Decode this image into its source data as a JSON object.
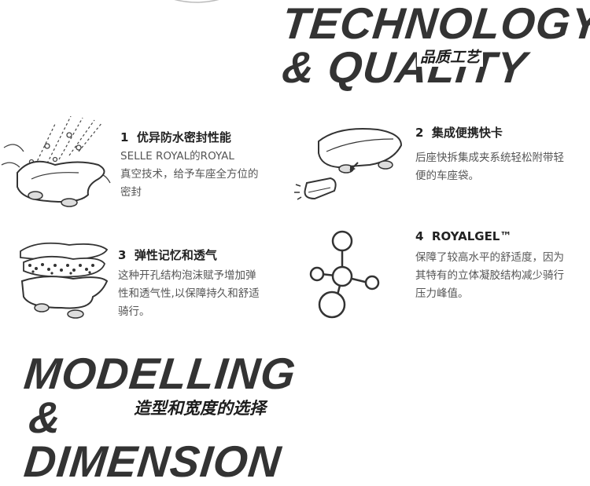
{
  "header": {
    "line1": "TECHNOLOGY",
    "line2": "& QUALITY",
    "cn": "品质工艺"
  },
  "features": [
    {
      "number": "1",
      "title": "优异防水密封性能",
      "desc_lines": [
        "SELLE ROYAL的ROYAL",
        "真空技术，给予车座全方位的",
        "密封"
      ],
      "icon": "waterproof-saddle-icon"
    },
    {
      "number": "2",
      "title": "集成便携快卡",
      "desc_lines": [
        "后座快拆集成夹系统轻松附带轻",
        "便的车座袋。"
      ],
      "icon": "quick-clip-saddle-icon"
    },
    {
      "number": "3",
      "title": "弹性记忆和透气",
      "desc_lines": [
        "这种开孔结构泡沫赋予增加弹",
        "性和透气性,以保障持久和舒适",
        "骑行。"
      ],
      "icon": "foam-layers-icon"
    },
    {
      "number": "4",
      "title": "ROYALGEL™",
      "desc_lines": [
        "保障了较高水平的舒适度，因为",
        "其特有的立体凝胶结构减少骑行",
        "压力峰值。"
      ],
      "icon": "molecule-icon"
    }
  ],
  "footer_heading": {
    "line1": "MODELLING",
    "line2": "& DIMENSION",
    "cn": "造型和宽度的选择"
  },
  "colors": {
    "heading": "#333333",
    "text": "#555555",
    "title": "#222222"
  }
}
